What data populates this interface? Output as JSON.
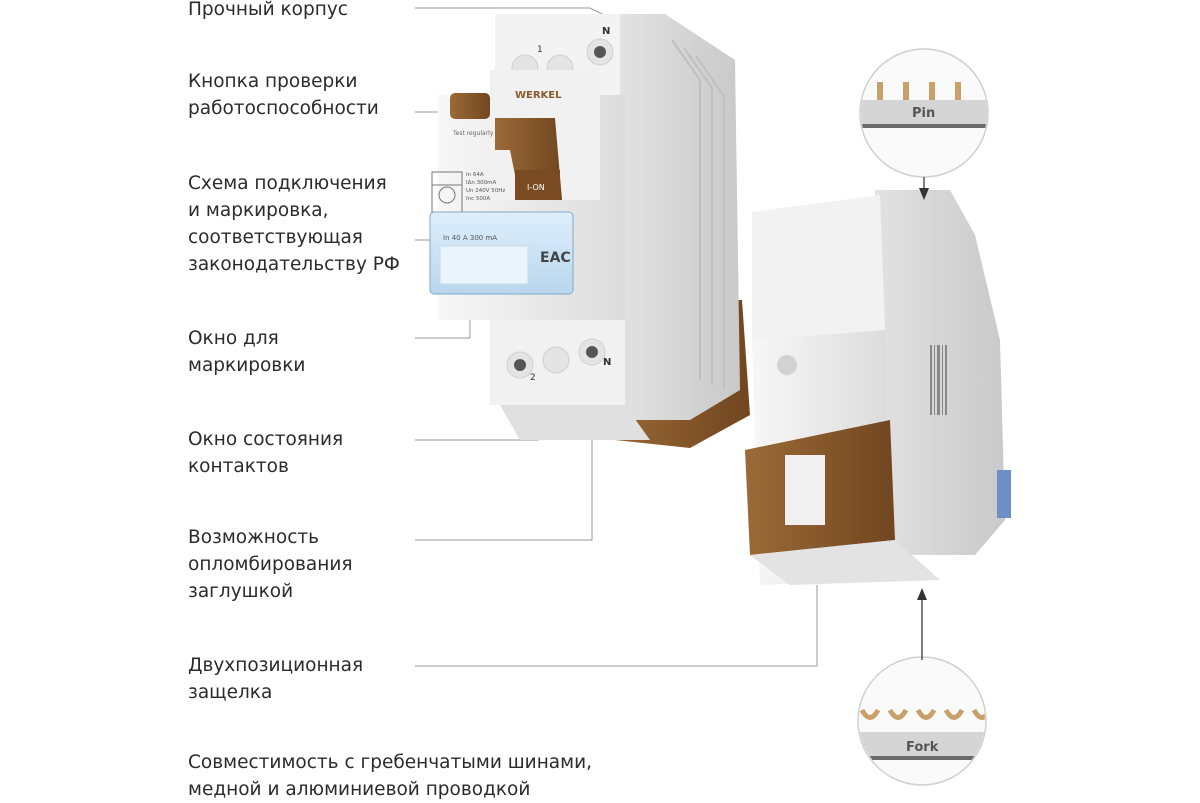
{
  "features": [
    {
      "id": "body",
      "text": "Прочный корпус"
    },
    {
      "id": "test-button",
      "text": "Кнопка проверки\nработоспособности"
    },
    {
      "id": "wiring",
      "text": "Схема подключения\nи маркировка,\nсоответствующая\nзаконодательству РФ"
    },
    {
      "id": "marking-window",
      "text": "Окно для\nмаркировки"
    },
    {
      "id": "contact-window",
      "text": "Окно состояния\nконтактов"
    },
    {
      "id": "sealing",
      "text": "Возможность\nопломбирования\nзаглушкой"
    },
    {
      "id": "latch",
      "text": "Двухпозиционная\nзащелка"
    },
    {
      "id": "compat",
      "text": "Совместимость с гребенчатыми шинами,\nмедной и алюминиевой проводкой"
    }
  ],
  "device": {
    "brand": "WERKEL",
    "test_text": "Test regularly",
    "lever_text": "I-ON",
    "rating": "In 40 A 300 mA",
    "terminal_top": "1",
    "terminal_top_n": "N",
    "terminal_bottom": "2",
    "terminal_bottom_n": "N",
    "mark": "EAC",
    "specs": [
      "In 64A",
      "IΔn 300mA",
      "Un 240V 50Hz",
      "Inc 500A"
    ]
  },
  "busbar": {
    "pin_label": "Pin",
    "fork_label": "Fork"
  },
  "colors": {
    "accent": "#8a5a2b",
    "body": "#ececec",
    "text": "#2b2b2b",
    "line": "#9a9a9a"
  }
}
